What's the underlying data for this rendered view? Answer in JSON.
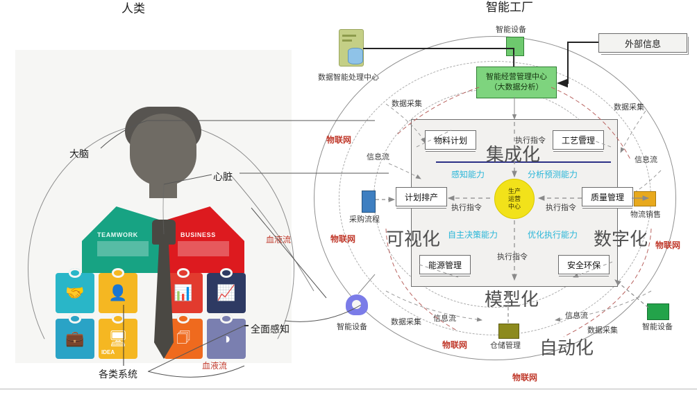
{
  "titles": {
    "human": "人类",
    "factory": "智能工厂"
  },
  "human": {
    "brain": "大脑",
    "heart": "心脏",
    "systems": "各类系统",
    "full_perception": "全面感知",
    "blood_flow_upper": "血液流",
    "blood_flow_lower": "血液流",
    "shoulder_left_label": "TEAMWORK",
    "shoulder_right_label": "BUSINESS",
    "puzzle_tiles": [
      {
        "name": "handshake-tile",
        "color": "#29b6c8",
        "glyph": "🤝"
      },
      {
        "name": "presenter-tile",
        "color": "#f5b722",
        "glyph": "👤"
      },
      {
        "name": "chart-bars-tile",
        "color": "#e23b2e",
        "glyph": "📊"
      },
      {
        "name": "growth-arrow-tile",
        "color": "#2e3a63",
        "glyph": "📈"
      },
      {
        "name": "briefcase-tile",
        "color": "#2aa3c6",
        "glyph": "💼"
      },
      {
        "name": "idea-screen-tile",
        "color": "#f5b722",
        "glyph": "🖵"
      },
      {
        "name": "id-card-tile",
        "color": "#ef6a1e",
        "glyph": "📇"
      },
      {
        "name": "clock-tile",
        "color": "#7a7fb0",
        "glyph": "◑"
      }
    ],
    "idea_caption": "IDEA"
  },
  "factory": {
    "data_center": "数据智能处理中心",
    "smart_device_top": "智能设备",
    "smart_device_bottom_left": "智能设备",
    "smart_device_bottom_right": "智能设备",
    "mgmt_line1": "智能经营管理中心",
    "mgmt_line2": "（大数据分析）",
    "external_info": "外部信息",
    "procurement": "采购流程",
    "logistics": "物流销售",
    "warehouse": "仓储管理",
    "center_core": "生产\n运营\n中心",
    "center_core_lines": [
      "生产",
      "运营",
      "中心"
    ],
    "inner_boxes": [
      {
        "id": "material-plan",
        "label": "物料计划"
      },
      {
        "id": "process-mgmt",
        "label": "工艺管理"
      },
      {
        "id": "plan-scheduling",
        "label": "计划排产"
      },
      {
        "id": "quality-mgmt",
        "label": "质量管理"
      },
      {
        "id": "energy-mgmt",
        "label": "能源管理"
      },
      {
        "id": "safety-env",
        "label": "安全环保"
      }
    ],
    "execute_cmd": "执行指令",
    "capabilities": [
      {
        "id": "perception",
        "label": "感知能力"
      },
      {
        "id": "analysis-prediction",
        "label": "分析预测能力"
      },
      {
        "id": "autonomous-decision",
        "label": "自主决策能力"
      },
      {
        "id": "optimized-execution",
        "label": "优化执行能力"
      }
    ],
    "pillars": [
      {
        "id": "integration",
        "label": "集成化"
      },
      {
        "id": "visualization",
        "label": "可视化"
      },
      {
        "id": "digitalization",
        "label": "数字化"
      },
      {
        "id": "modelization",
        "label": "模型化"
      },
      {
        "id": "automation",
        "label": "自动化"
      }
    ],
    "data_collection": "数据采集",
    "info_flow": "信息流",
    "iot": "物联网"
  },
  "colors": {
    "green_box": "#7ed47e",
    "green_device": "#2fa14f",
    "yellow_core": "#f2e21a",
    "cyan_text": "#29b6d8",
    "iot_red": "#c0392b",
    "blue_rule": "#2b2f86"
  }
}
